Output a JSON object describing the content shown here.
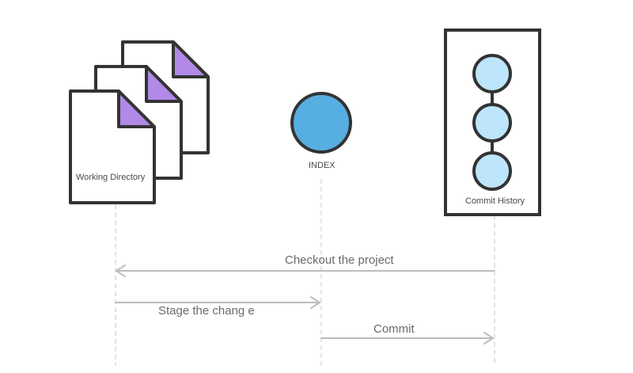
{
  "colors": {
    "outline": "#333333",
    "page_fill": "#ffffff",
    "page_fold": "#b08ae6",
    "index_fill": "#57aee0",
    "commit_fill": "#bde5fb",
    "lifeline": "#cfcfcf",
    "arrow": "#bcbcbc"
  },
  "nodes": {
    "working_directory": {
      "label": "Working Directory"
    },
    "index": {
      "label": "INDEX"
    },
    "commit_history": {
      "label": "Commit History"
    }
  },
  "flows": [
    {
      "from": "commit_history",
      "to": "working_directory",
      "label": "Checkout the project"
    },
    {
      "from": "working_directory",
      "to": "index",
      "label": "Stage the chang e"
    },
    {
      "from": "index",
      "to": "commit_history",
      "label": "Commit"
    }
  ]
}
